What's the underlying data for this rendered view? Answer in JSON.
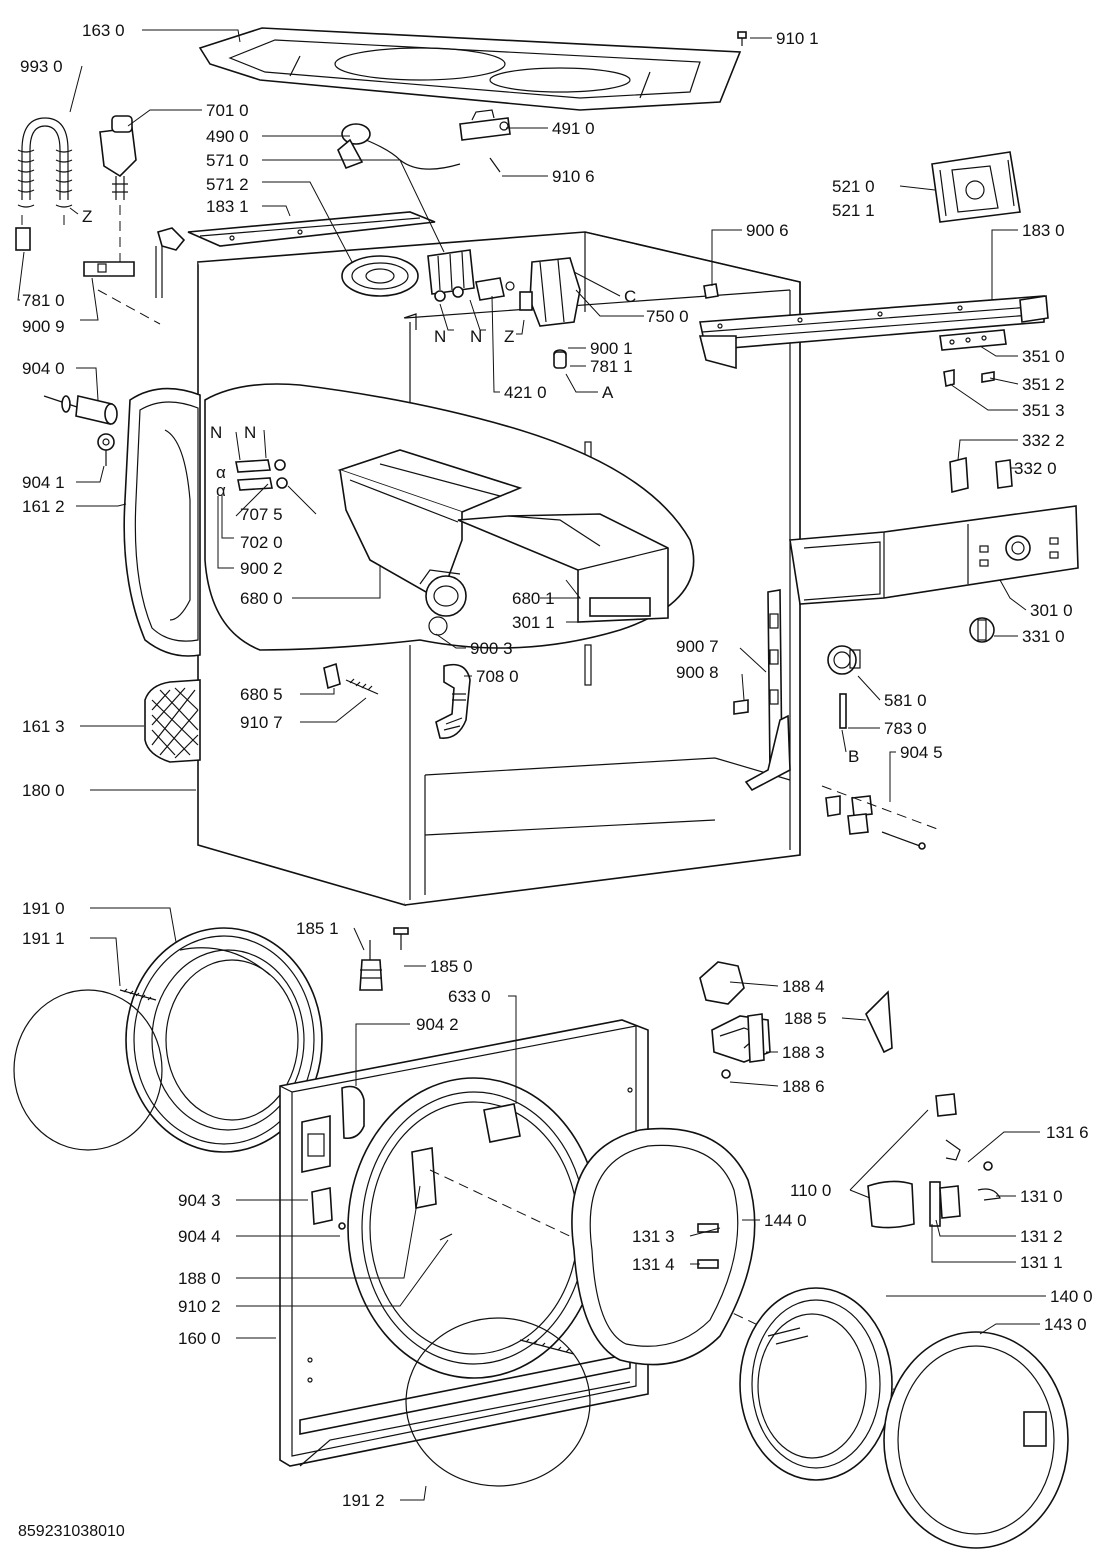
{
  "labels": [
    {
      "id": "l1630",
      "text": "163 0"
    },
    {
      "id": "l9101",
      "text": "910 1"
    },
    {
      "id": "l9930",
      "text": "993 0"
    },
    {
      "id": "l7010",
      "text": "701 0"
    },
    {
      "id": "l4900",
      "text": "490 0"
    },
    {
      "id": "l4910",
      "text": "491 0"
    },
    {
      "id": "l5710",
      "text": "571 0"
    },
    {
      "id": "l9106",
      "text": "910 6"
    },
    {
      "id": "l5712",
      "text": "571 2"
    },
    {
      "id": "l1831",
      "text": "183 1"
    },
    {
      "id": "l5210",
      "text": "521 0"
    },
    {
      "id": "l5211",
      "text": "521 1"
    },
    {
      "id": "lZ1",
      "text": "Z"
    },
    {
      "id": "l9006",
      "text": "900 6"
    },
    {
      "id": "l1830",
      "text": "183 0"
    },
    {
      "id": "lC",
      "text": "C"
    },
    {
      "id": "l7500",
      "text": "750 0"
    },
    {
      "id": "l7810",
      "text": "781 0"
    },
    {
      "id": "l9009",
      "text": "900 9"
    },
    {
      "id": "lN1",
      "text": "N"
    },
    {
      "id": "lN2",
      "text": "N"
    },
    {
      "id": "lZ2",
      "text": "Z"
    },
    {
      "id": "l9001",
      "text": "900 1"
    },
    {
      "id": "l3510",
      "text": "351 0"
    },
    {
      "id": "l7811",
      "text": "781 1"
    },
    {
      "id": "l9040",
      "text": "904 0"
    },
    {
      "id": "l4210",
      "text": "421 0"
    },
    {
      "id": "lA",
      "text": "A"
    },
    {
      "id": "l3512",
      "text": "351 2"
    },
    {
      "id": "l3513",
      "text": "351 3"
    },
    {
      "id": "lN3",
      "text": "N"
    },
    {
      "id": "lN4",
      "text": "N"
    },
    {
      "id": "l3322",
      "text": "332 2"
    },
    {
      "id": "l9041",
      "text": "904 1"
    },
    {
      "id": "l3320",
      "text": "332 0"
    },
    {
      "id": "l1612",
      "text": "161 2"
    },
    {
      "id": "l7075",
      "text": "707 5"
    },
    {
      "id": "l7020",
      "text": "702 0"
    },
    {
      "id": "l9002",
      "text": "900 2"
    },
    {
      "id": "l6801",
      "text": "680 1"
    },
    {
      "id": "l6800",
      "text": "680 0"
    },
    {
      "id": "l3011",
      "text": "301 1"
    },
    {
      "id": "l3010",
      "text": "301 0"
    },
    {
      "id": "l9003",
      "text": "900 3"
    },
    {
      "id": "l3310",
      "text": "331 0"
    },
    {
      "id": "l9007",
      "text": "900 7"
    },
    {
      "id": "l9008",
      "text": "900 8"
    },
    {
      "id": "l7080",
      "text": "708 0"
    },
    {
      "id": "l6805",
      "text": "680 5"
    },
    {
      "id": "l5810",
      "text": "581 0"
    },
    {
      "id": "l1613",
      "text": "161 3"
    },
    {
      "id": "l9107",
      "text": "910 7"
    },
    {
      "id": "l7830",
      "text": "783 0"
    },
    {
      "id": "lB",
      "text": "B"
    },
    {
      "id": "l9045",
      "text": "904 5"
    },
    {
      "id": "l1800",
      "text": "180 0"
    },
    {
      "id": "l1910",
      "text": "191 0"
    },
    {
      "id": "l1851",
      "text": "185 1"
    },
    {
      "id": "l1911",
      "text": "191 1"
    },
    {
      "id": "l1850",
      "text": "185 0"
    },
    {
      "id": "l1884",
      "text": "188 4"
    },
    {
      "id": "l6330",
      "text": "633 0"
    },
    {
      "id": "l1885",
      "text": "188 5"
    },
    {
      "id": "l9042",
      "text": "904 2"
    },
    {
      "id": "l1883",
      "text": "188 3"
    },
    {
      "id": "l1886",
      "text": "188 6"
    },
    {
      "id": "l1316",
      "text": "131 6"
    },
    {
      "id": "l1100",
      "text": "110 0"
    },
    {
      "id": "l1310",
      "text": "131 0"
    },
    {
      "id": "l9043",
      "text": "904 3"
    },
    {
      "id": "l1440",
      "text": "144 0"
    },
    {
      "id": "l1313",
      "text": "131 3"
    },
    {
      "id": "l1312",
      "text": "131 2"
    },
    {
      "id": "l9044",
      "text": "904 4"
    },
    {
      "id": "l1314",
      "text": "131 4"
    },
    {
      "id": "l1311",
      "text": "131 1"
    },
    {
      "id": "l1880",
      "text": "188 0"
    },
    {
      "id": "l1400",
      "text": "140 0"
    },
    {
      "id": "l9102",
      "text": "910 2"
    },
    {
      "id": "l1430",
      "text": "143 0"
    },
    {
      "id": "l1600",
      "text": "160 0"
    },
    {
      "id": "l1912",
      "text": "191 2"
    }
  ],
  "document_number": "859231038010"
}
